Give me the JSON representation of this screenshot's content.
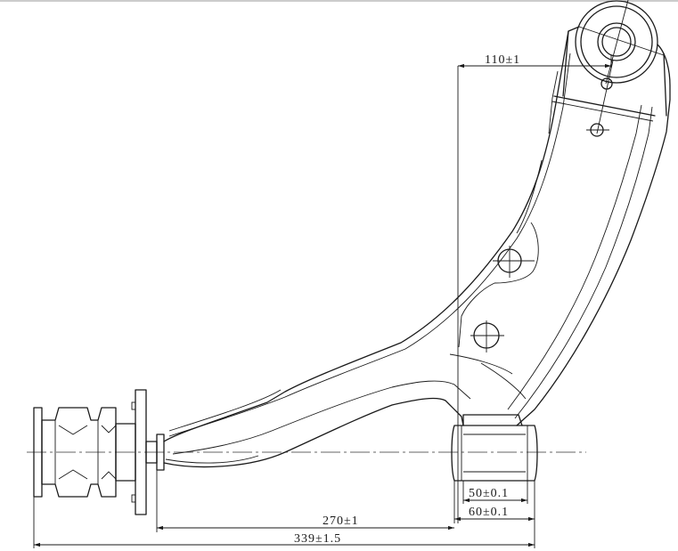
{
  "dimensions": {
    "pivot_offset": "110±1",
    "bushing_width_inner": "50±0.1",
    "bushing_width_outer": "60±0.1",
    "ball_joint_to_bushing": "270±1",
    "overall_length": "339±1.5"
  },
  "colors": {
    "line": "#1a1a1a",
    "background": "#ffffff"
  }
}
